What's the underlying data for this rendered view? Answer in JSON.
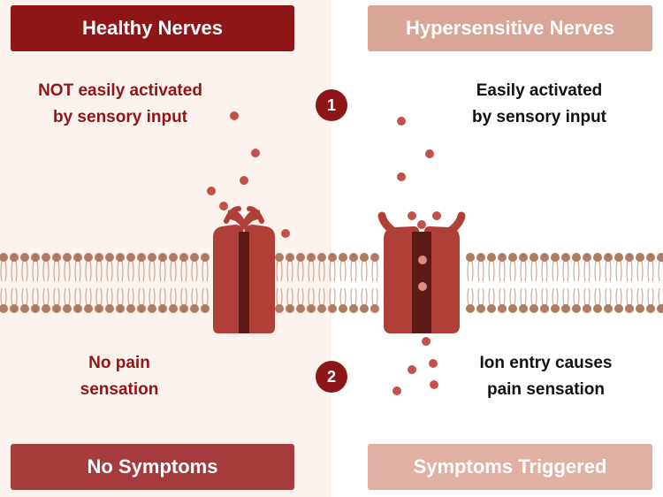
{
  "left": {
    "header": "Healthy Nerves",
    "note_line1": "NOT easily activated",
    "note_line2": "by sensory input",
    "result_line1": "No pain",
    "result_line2": "sensation",
    "footer": "No Symptoms"
  },
  "right": {
    "header": "Hypersensitive Nerves",
    "note_line1": "Easily activated",
    "note_line2": "by sensory input",
    "result_line1": "Ion entry causes",
    "result_line2": "pain sensation",
    "footer": "Symptoms Triggered"
  },
  "steps": {
    "one": "1",
    "two": "2"
  },
  "colors": {
    "dark_red": "#8f1616",
    "channel": "#b03f37",
    "channel_core": "#5c1a17",
    "ion": "#c5504a",
    "lipid_head": "#b07a5e",
    "left_panel_bg": "#fcf2ee"
  },
  "icons": {
    "ion_channel": "ion-channel-icon",
    "ion": "ion-particle-icon"
  }
}
